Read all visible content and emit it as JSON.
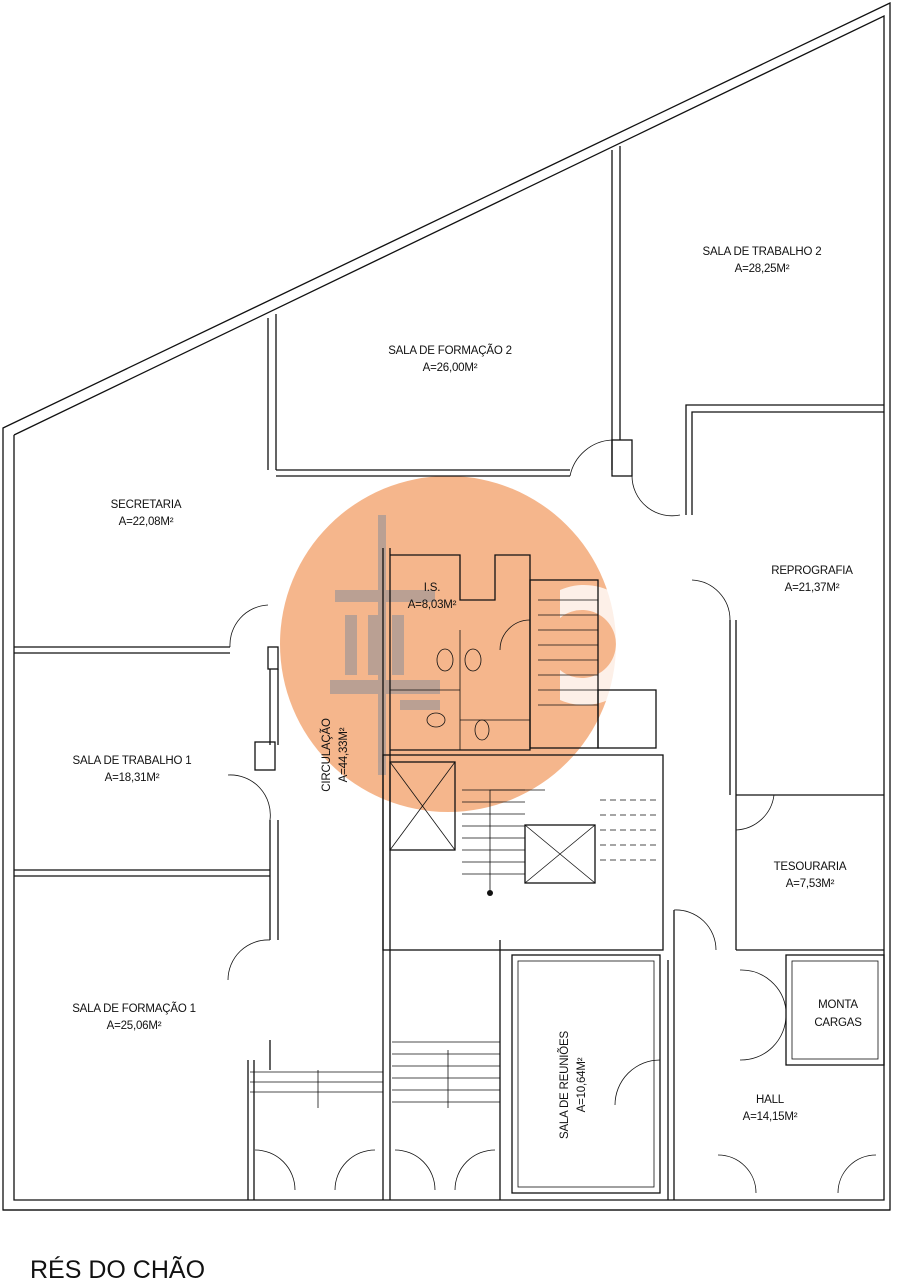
{
  "drawing_title": "RÉS DO CHÃO",
  "rooms": [
    {
      "id": "sala-formacao-2",
      "name": "SALA DE FORMAÇÃO 2",
      "area": "A=26,00M²"
    },
    {
      "id": "sala-trabalho-2",
      "name": "SALA DE TRABALHO 2",
      "area": "A=28,25M²"
    },
    {
      "id": "secretaria",
      "name": "SECRETARIA",
      "area": "A=22,08M²"
    },
    {
      "id": "reprografia",
      "name": "REPROGRAFIA",
      "area": "A=21,37M²"
    },
    {
      "id": "is",
      "name": "I.S.",
      "area": "A=8,03M²"
    },
    {
      "id": "sala-trabalho-1",
      "name": "SALA DE TRABALHO 1",
      "area": "A=18,31M²"
    },
    {
      "id": "circulacao",
      "name": "CIRCULAÇÃO",
      "area": "A=44,33M²"
    },
    {
      "id": "tesouraria",
      "name": "TESOURARIA",
      "area": "A=7,53M²"
    },
    {
      "id": "monta-cargas",
      "name": "MONTA",
      "area": "CARGAS"
    },
    {
      "id": "sala-formacao-1",
      "name": "SALA DE FORMAÇÃO 1",
      "area": "A=25,06M²"
    },
    {
      "id": "sala-reunioes",
      "name": "SALA DE REUNIÕES",
      "area": "A=10,64M²"
    },
    {
      "id": "hall",
      "name": "HALL",
      "area": "A=14,15M²"
    }
  ],
  "watermark": {
    "color": "#f3a46f"
  }
}
